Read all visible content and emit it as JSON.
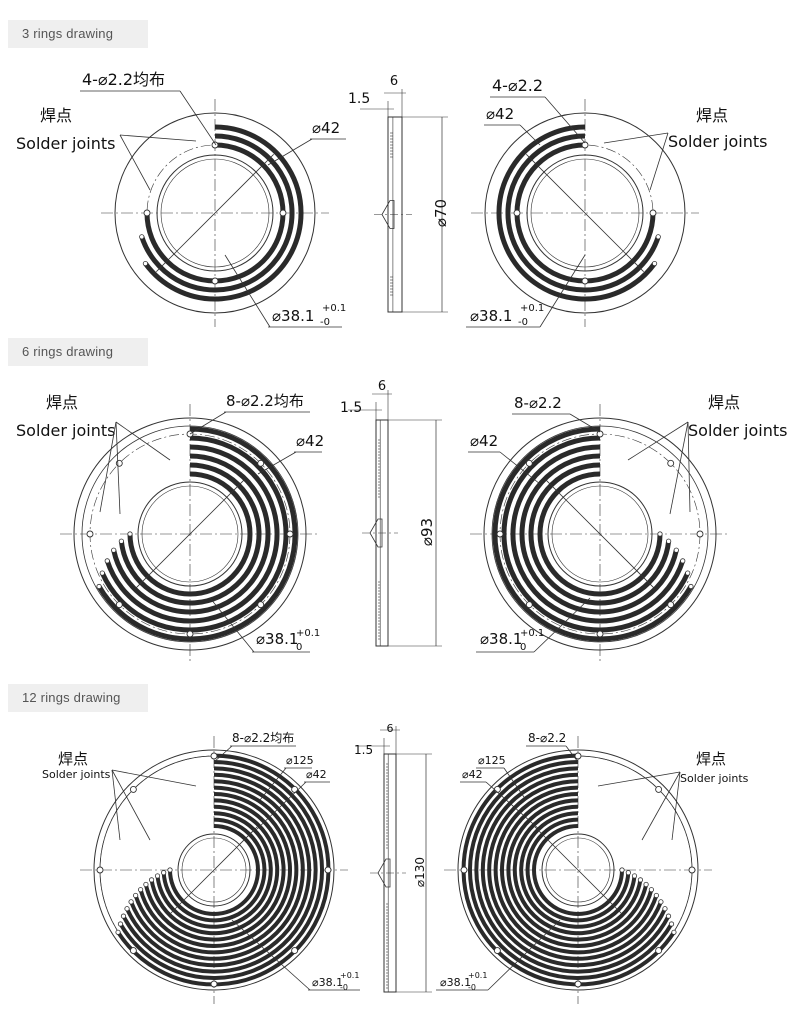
{
  "sections": [
    {
      "header": "3 rings drawing",
      "labels": {
        "holes_left": "4-⌀2.2均布",
        "holes_right": "4-⌀2.2",
        "solder_cn": "焊点",
        "solder_en": "Solder joints",
        "d_outer": "⌀42",
        "d_inner": "⌀38.1",
        "tol_plus": "+0.1",
        "tol_minus": "-0",
        "thick_total": "6",
        "thick_partial": "1.5",
        "diameter": "⌀70"
      }
    },
    {
      "header": "6 rings drawing",
      "labels": {
        "holes_left": "8-⌀2.2均布",
        "holes_right": "8-⌀2.2",
        "solder_cn": "焊点",
        "solder_en": "Solder joints",
        "d_outer": "⌀42",
        "d_inner": "⌀38.1",
        "tol_plus": "+0.1",
        "tol_minus": "0",
        "thick_total": "6",
        "thick_partial": "1.5",
        "diameter": "⌀93"
      }
    },
    {
      "header": "12 rings drawing",
      "labels": {
        "holes_left": "8-⌀2.2均布",
        "holes_right": "8-⌀2.2",
        "solder_cn": "焊点",
        "solder_en": "Solder joints",
        "d_pcd": "⌀125",
        "d_outer": "⌀42",
        "d_inner": "⌀38.1",
        "tol_plus": "+0.1",
        "tol_minus": "-0",
        "thick_total": "6",
        "thick_partial": "1.5",
        "diameter": "⌀130"
      }
    }
  ],
  "colors": {
    "track": "#2a2a2a",
    "line": "#333333",
    "header_bg": "#efefef",
    "header_text": "#555555"
  }
}
